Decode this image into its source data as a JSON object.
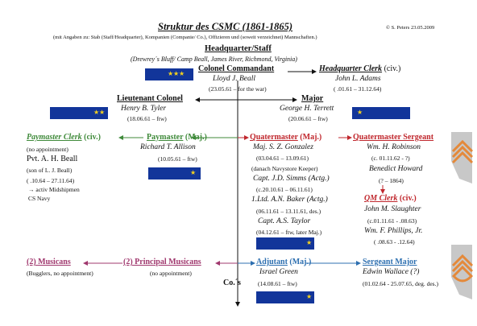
{
  "title": "Struktur des CSMC (1861-1865)",
  "copyright": "© S. Peters 23.05.2009",
  "subtitle": "(mit Angaben zu: Stab (Staff/Headquarter), Kompanien (Companie/ Co.), Offizieren und (soweit verzeichnet) Mannschaften.)",
  "hq": {
    "heading": "Headquarter/Staff",
    "locations": "(Drewrey´s Bluff/ Camp Beall, James River, Richmond, Virginia)"
  },
  "colonel": {
    "title": "Colonel Commandant",
    "name": "Lloyd J. Beall",
    "dates": "(23.05.61 – for the war)"
  },
  "hq_clerk": {
    "title": "Headquarter Clerk",
    "rank": "(civ.)",
    "name": "John L. Adams",
    "dates": "( .01.61 – 31.12.64)"
  },
  "lt_colonel": {
    "title": "Lieutenant Colonel",
    "name": "Henry B. Tyler",
    "dates": "(18.06.61 – ftw)"
  },
  "major": {
    "title": "Major",
    "name": "George H. Terrett",
    "dates": "(20.06.61 – ftw)"
  },
  "paymaster_clerk": {
    "title": "Paymaster Clerk",
    "rank": "(civ.)",
    "lines": [
      "(no appointment)",
      "Pvt. A. H. Beall",
      "(son of L. J. Beall)",
      "( .10.64 – 27.11.64)",
      "→ activ Midshipmen",
      "CS Navy"
    ]
  },
  "paymaster": {
    "title": "Paymaster",
    "rank": "(Maj.)",
    "name": "Richard T. Allison",
    "dates": "(10.05.61 – ftw)"
  },
  "quartermaster": {
    "title": "Quatermaster",
    "rank": "(Maj.)",
    "lines": [
      "Maj. S. Z. Gonzalez",
      "(03.04.61 – 13.09.61)",
      "(danach Navystore Keeper)",
      "Capt. J.D. Simms (Actg.)",
      "(c.20.10.61 – 06.11.61)",
      "1.Ltd. A.N. Baker (Actg.)",
      "(06.11.61 – 13.11.61, des.)",
      "Capt. A.S. Taylor",
      "(04.12.61 – ftw, later Maj.)"
    ]
  },
  "qm_sergeant": {
    "title": "Quatermaster Sergeant",
    "lines": [
      "Wm. H. Robinson",
      "(c. 01.11.62 - ?)",
      "Benedict Howard",
      "(? – 1864)"
    ]
  },
  "qm_clerk": {
    "title": "QM Clerk",
    "rank": "(civ.)",
    "lines": [
      "John M. Slaughter",
      "(c.01.11.61 - .08.63)",
      "Wm. F. Phillips, Jr.",
      "( .08.63 - .12.64)"
    ]
  },
  "musicans": {
    "title": "(2) Musicans",
    "note": "(Bugglers, no appointment)"
  },
  "principal_musicans": {
    "title": "(2) Principal Musicans",
    "note": "(no appointment)"
  },
  "adjutant": {
    "title": "Adjutant",
    "rank": "(Maj.)",
    "name": "Israel Green",
    "dates": "(14.08.61 – ftw)"
  },
  "sergeant_major": {
    "title": "Sergeant Major",
    "name": "Edwin Wallace (?)",
    "dates": "(01.02.64 - 25.07.65, deg. des.)"
  },
  "companies": "Co.´s",
  "colors": {
    "strap": "#12359a",
    "star": "#f5d21e",
    "green": "#3f8a3a",
    "red": "#c0272d",
    "purple": "#a0386e",
    "blue": "#2d6fb0",
    "chevron": "#e4893a"
  }
}
